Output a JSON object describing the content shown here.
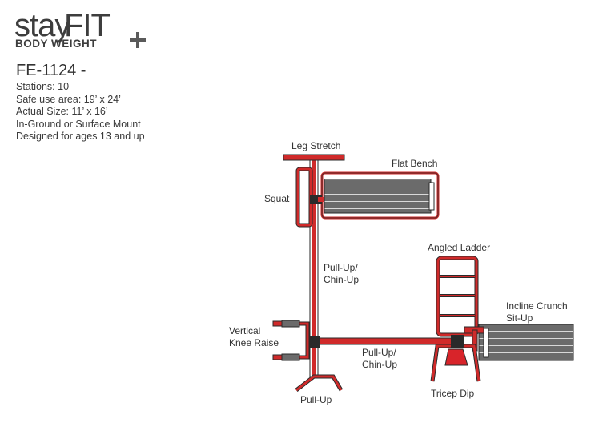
{
  "brand": {
    "name_part1": "stay",
    "name_part2": "FIT",
    "subtitle": "BODY WEIGHT"
  },
  "product": {
    "model": "FE-1124 -",
    "details": [
      "Stations: 10",
      "Safe use area: 19’ x 24’",
      "Actual Size: 11’ x 16’",
      "In-Ground or Surface Mount",
      "Designed for ages 13 and up"
    ]
  },
  "stations": {
    "leg_stretch": "Leg Stretch",
    "flat_bench": "Flat Bench",
    "squat": "Squat",
    "pullup_chinup_1": [
      "Pull-Up/",
      "Chin-Up"
    ],
    "angled_ladder": "Angled Ladder",
    "incline_crunch": [
      "Incline Crunch",
      "Sit-Up"
    ],
    "vertical_knee_raise": [
      "Vertical",
      "Knee Raise"
    ],
    "pullup_chinup_2": [
      "Pull-Up/",
      "Chin-Up"
    ],
    "pullup": "Pull-Up",
    "tricep_dip": "Tricep Dip"
  },
  "colors": {
    "frame": "#d02a2a",
    "frame_dark": "#2a2a2a",
    "bench": "#6b6b6b",
    "accent": "#d8242a",
    "text": "#333333"
  }
}
